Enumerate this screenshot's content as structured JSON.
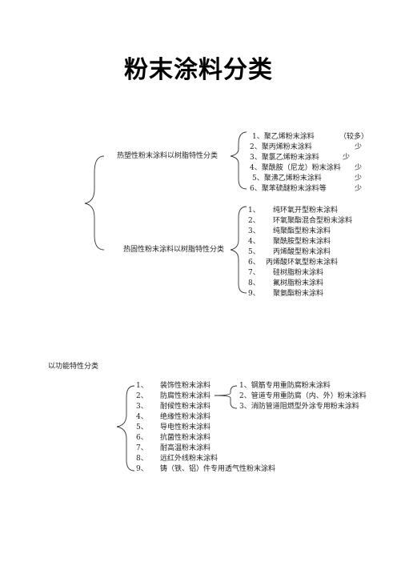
{
  "title": "粉末涂料分类",
  "resin_section": {
    "thermoplastic": {
      "label": "热塑性粉末涂料以树脂特性分类",
      "items": [
        {
          "text": "1、聚乙烯粉末涂料",
          "note": "（较多）"
        },
        {
          "text": "2、聚丙烯粉末涂料",
          "note": "少"
        },
        {
          "text": "3、聚氯乙烯粉末涂料",
          "note": "少"
        },
        {
          "text": "4、聚酰胺（尼龙）粉末涂料",
          "note": "少"
        },
        {
          "text": "5、聚沸乙烯粉末涂料",
          "note": "少"
        },
        {
          "text": "6、聚苯硫醚粉末涂料等",
          "note": "少"
        }
      ]
    },
    "thermosetting": {
      "label": "热固性粉末涂料以树脂特性分类",
      "items": [
        {
          "num": "1、",
          "text": "纯环氧开型粉末涂料"
        },
        {
          "num": "2、",
          "text": "环氧聚酯混合型粉末涂料"
        },
        {
          "num": "3、",
          "text": "纯聚酯型粉末涂料"
        },
        {
          "num": "4、",
          "text": "聚酰胺型粉末涂料"
        },
        {
          "num": "5、",
          "text": "丙烯酸型粉末涂料"
        },
        {
          "num": "6、",
          "text": "丙烯酸环氧型粉末涂料"
        },
        {
          "num": "7、",
          "text": "硅树脂粉末涂料"
        },
        {
          "num": "8、",
          "text": "氟树脂粉末涂料"
        },
        {
          "num": "9、",
          "text": "聚氨酯粉末涂料"
        }
      ]
    }
  },
  "function_section": {
    "label": "以功能特性分类",
    "items": [
      {
        "num": "1、",
        "text": "装饰性粉末涂料"
      },
      {
        "num": "2、",
        "text": "防腐性粉末涂料"
      },
      {
        "num": "3、",
        "text": "耐候性粉末涂料"
      },
      {
        "num": "4、",
        "text": "绝缘性粉末涂料"
      },
      {
        "num": "5、",
        "text": "导电性粉末涂料"
      },
      {
        "num": "6、",
        "text": "抗菌性粉末涂料"
      },
      {
        "num": "7、",
        "text": "耐高温粉末涂料"
      },
      {
        "num": "8、",
        "text": "远红外线粉末涂料"
      },
      {
        "num": "9、",
        "text": "铸（铁、铝）件专用透气性粉末涂料"
      }
    ],
    "anticorrosion_sub": [
      "1、钢筋专用重防腐粉末涂料",
      "2、管道专用重防腐（内、外）粉末涂料",
      "3、消防管道阻燃型外涂专用粉末涂料"
    ]
  }
}
